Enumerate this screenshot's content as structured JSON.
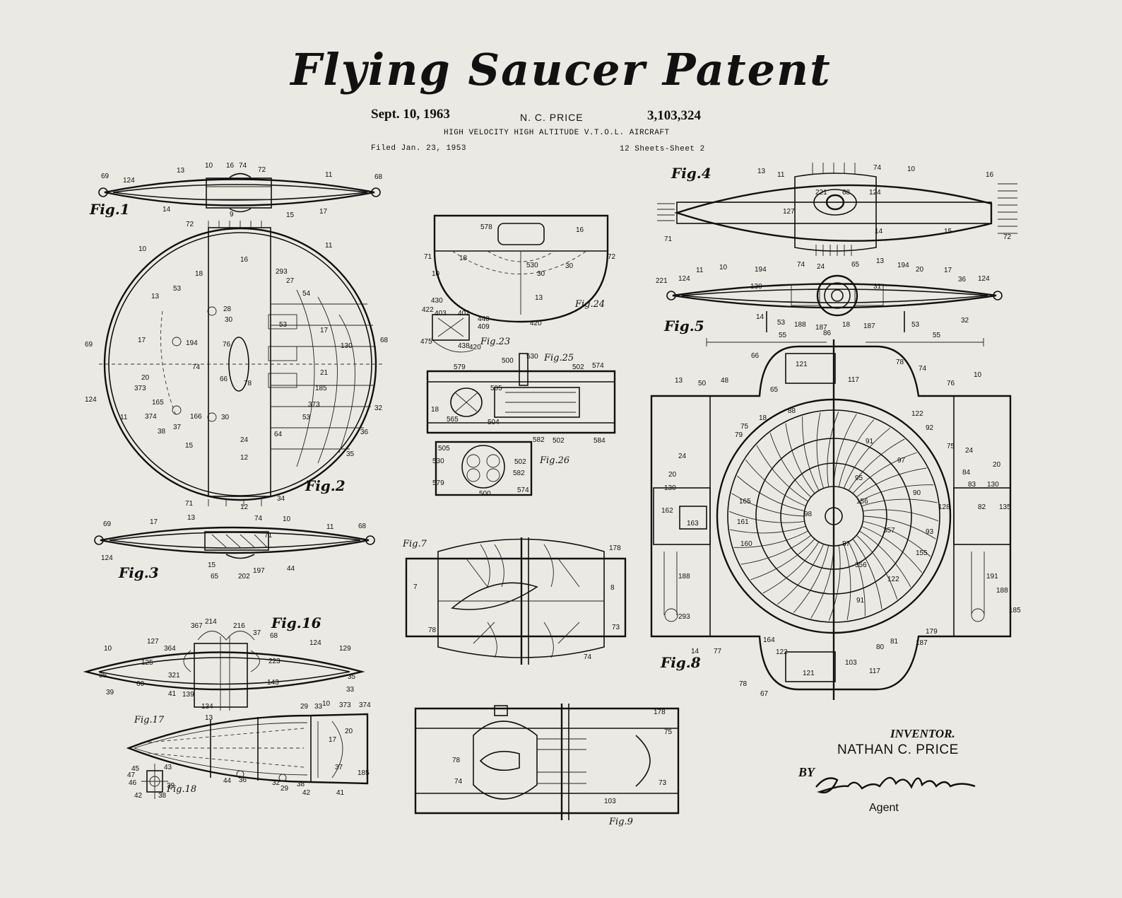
{
  "title": "Flying Saucer Patent",
  "header": {
    "date": "Sept. 10, 1963",
    "inventor_short": "N. C. PRICE",
    "patent_number": "3,103,324",
    "subtitle": "HIGH VELOCITY HIGH ALTITUDE V.T.O.L. AIRCRAFT",
    "filed": "Filed Jan. 23, 1953",
    "sheets": "12 Sheets-Sheet 2"
  },
  "figures": {
    "fig1": "Fig.1",
    "fig2": "Fig.2",
    "fig3": "Fig.3",
    "fig4": "Fig.4",
    "fig5": "Fig.5",
    "fig7": "Fig.7",
    "fig8": "Fig.8",
    "fig9": "Fig.9",
    "fig16": "Fig.16",
    "fig17": "Fig.17",
    "fig18": "Fig.18",
    "fig23": "Fig.23",
    "fig24": "Fig.24",
    "fig25": "Fig.25",
    "fig26": "Fig.26"
  },
  "signature": {
    "inventor_label": "INVENTOR.",
    "inventor_name": "NATHAN C. PRICE",
    "by_label": "BY",
    "agent_label": "Agent"
  }
}
